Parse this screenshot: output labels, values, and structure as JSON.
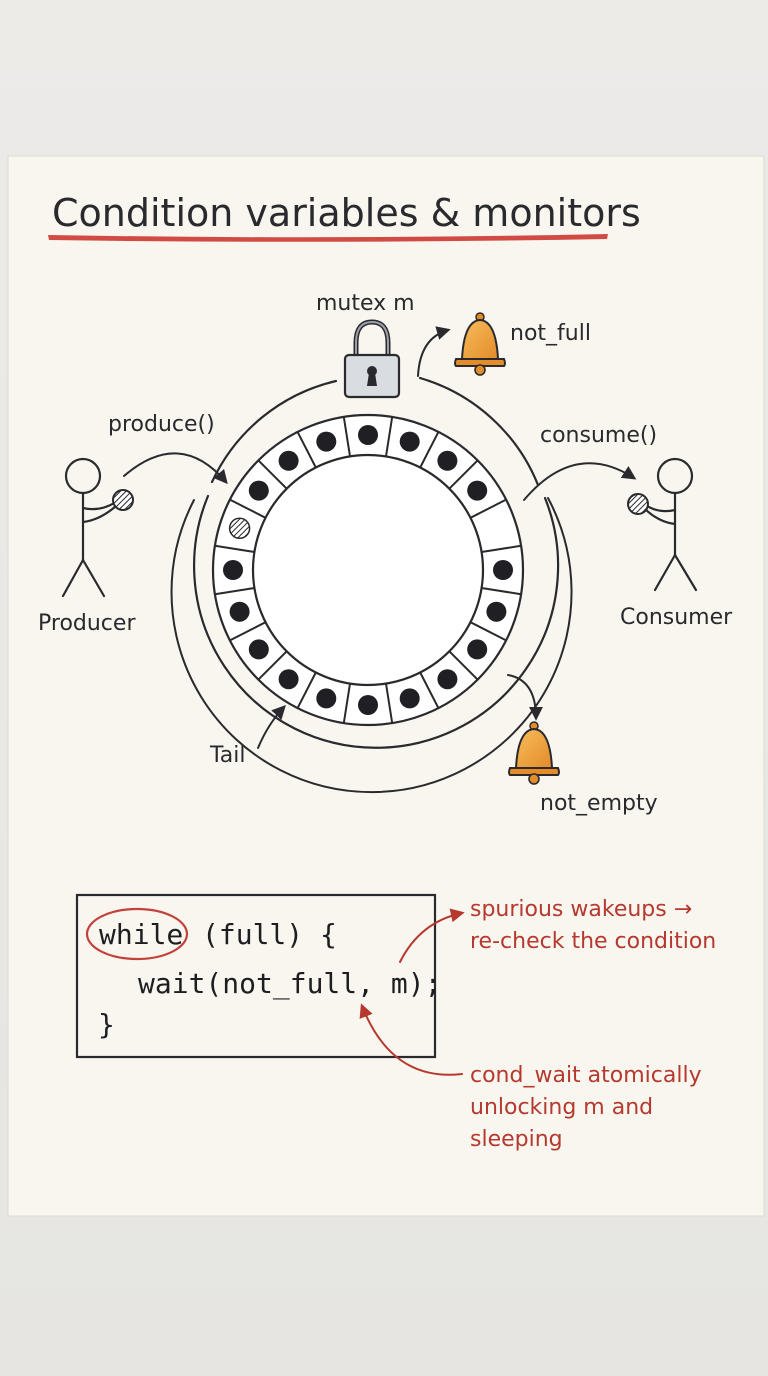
{
  "title": "Condition variables & monitors",
  "labels": {
    "mutex": "mutex m",
    "not_full": "not_full",
    "not_empty": "not_empty",
    "produce": "produce()",
    "consume": "consume()",
    "producer": "Producer",
    "consumer": "Consumer",
    "tail": "Tail"
  },
  "buffer": {
    "slot_count": 20,
    "slots": [
      "filled",
      "filled",
      "filled",
      "filled",
      "empty",
      "filled",
      "filled",
      "filled",
      "filled",
      "filled",
      "filled",
      "filled",
      "filled",
      "filled",
      "filled",
      "filled",
      "hatched",
      "filled",
      "filled",
      "filled"
    ]
  },
  "code": {
    "line1_keyword": "while",
    "line1_rest": "(full) {",
    "line2": "wait(not_full, m);",
    "line3": "}"
  },
  "notes": {
    "spurious_line1": "spurious wakeups →",
    "spurious_line2": "re-check the condition",
    "condwait_line1": "cond_wait atomically",
    "condwait_line2": "unlocking m and",
    "condwait_line3": "sleeping"
  },
  "colors": {
    "paper": "#f8f6ef",
    "ink": "#2a2a2e",
    "accent_red": "#b5392f",
    "bell": "#f0a640",
    "lock": "#d9dde2"
  }
}
